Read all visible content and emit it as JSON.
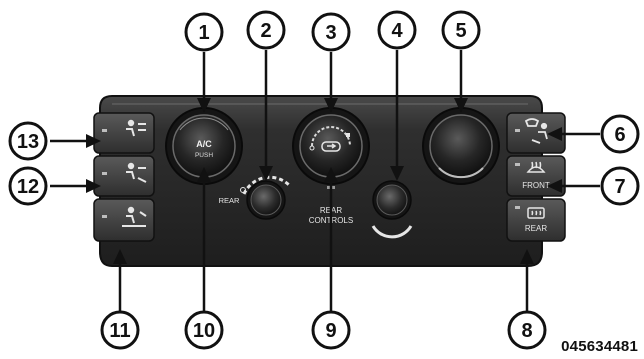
{
  "figure_id": "045634481",
  "panel": {
    "ac_knob": {
      "line1": "A/C",
      "line2": "PUSH"
    },
    "rear_knob_label": "REAR",
    "rear_controls_label": {
      "line1": "REAR",
      "line2": "CONTROLS"
    },
    "defrost_buttons": {
      "front": "FRONT",
      "rear": "REAR"
    }
  },
  "callouts": [
    {
      "id": "1",
      "label": "1"
    },
    {
      "id": "2",
      "label": "2"
    },
    {
      "id": "3",
      "label": "3"
    },
    {
      "id": "4",
      "label": "4"
    },
    {
      "id": "5",
      "label": "5"
    },
    {
      "id": "6",
      "label": "6"
    },
    {
      "id": "7",
      "label": "7"
    },
    {
      "id": "8",
      "label": "8"
    },
    {
      "id": "9",
      "label": "9"
    },
    {
      "id": "10",
      "label": "10"
    },
    {
      "id": "11",
      "label": "11"
    },
    {
      "id": "12",
      "label": "12"
    },
    {
      "id": "13",
      "label": "13"
    }
  ],
  "colors": {
    "panel": "#2b2b2b",
    "knob": "#1a1a1a",
    "button": "#3a3a3a",
    "callout_fill": "#ffffff",
    "callout_stroke": "#111111"
  }
}
